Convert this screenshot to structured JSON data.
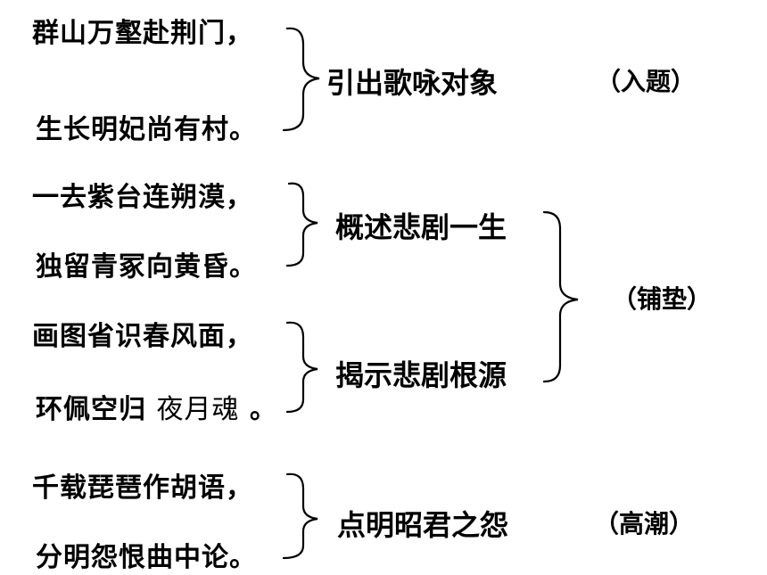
{
  "groups": [
    {
      "lines": [
        "群山万壑赴荆门，",
        "生长明妃尚有村。"
      ],
      "summary": "引出歌咏对象",
      "role": "（入题）"
    },
    {
      "lines": [
        "一去紫台连朔漠，",
        "独留青冢向黄昏。"
      ],
      "summary": "概述悲剧一生"
    },
    {
      "lines": [
        "画图省识春风面，",
        "环佩空归",
        "夜月魂",
        "。"
      ],
      "summary": "揭示悲剧根源"
    },
    {
      "lines": [
        "千载琵琶作胡语，",
        "分明怨恨曲中论。"
      ],
      "summary": "点明昭君之怨",
      "role": "（高潮）"
    }
  ],
  "combined_role": "（铺垫）"
}
